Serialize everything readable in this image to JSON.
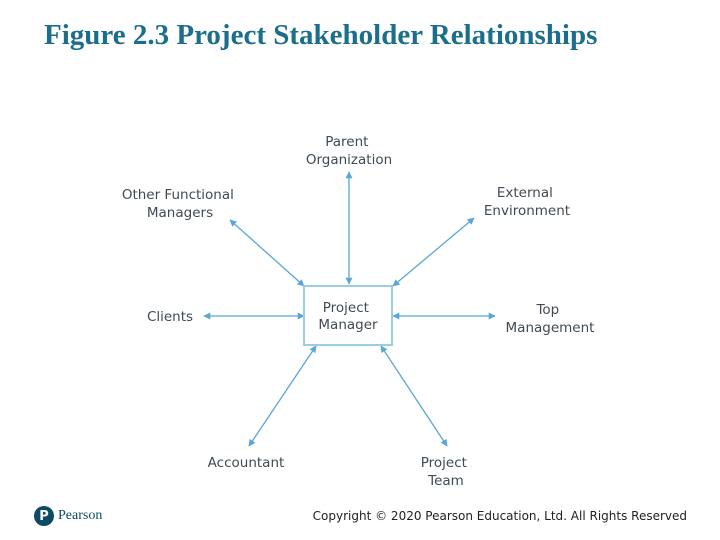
{
  "title": "Figure 2.3 Project Stakeholder Relationships",
  "diagram": {
    "center": [
      "Project",
      "Manager"
    ],
    "nodes": {
      "parent_organization": [
        "Parent",
        "Organization"
      ],
      "other_functional_managers": [
        "Other Functional",
        "Managers"
      ],
      "external_environment": [
        "External",
        "Environment"
      ],
      "clients": [
        "Clients"
      ],
      "top_management": [
        "Top",
        "Management"
      ],
      "accountant": [
        "Accountant"
      ],
      "project_team": [
        "Project",
        "Team"
      ]
    },
    "colors": {
      "arrow": "#5aa6d6",
      "box_border": "#9ccde0",
      "title": "#1b6f8a"
    }
  },
  "footer": {
    "logo_glyph": "P",
    "logo_text": "Pearson",
    "copyright": "Copyright © 2020 Pearson Education, Ltd. All Rights Reserved"
  }
}
